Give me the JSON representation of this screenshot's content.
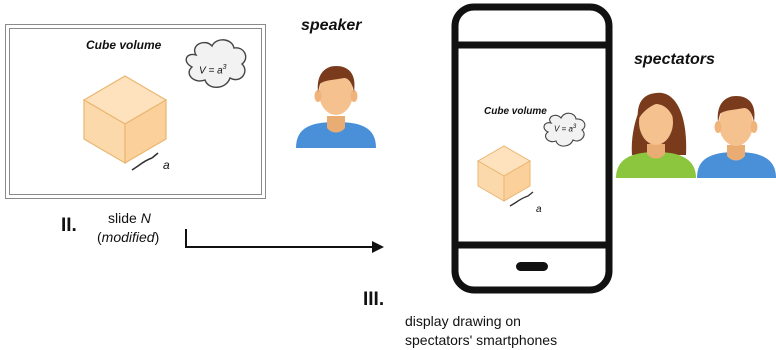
{
  "slide": {
    "title": "Cube volume",
    "formula_base": "V = a",
    "formula_exp": "3",
    "edge_label": "a"
  },
  "speaker": {
    "label": "speaker"
  },
  "spectators": {
    "label": "spectators"
  },
  "step_two": {
    "number": "II.",
    "line1_prefix": "slide ",
    "line1_var": "N",
    "line2_open": "(",
    "line2_text": "modified",
    "line2_close": ")"
  },
  "step_three": {
    "number": "III.",
    "line1": "display drawing on",
    "line2": "spectators' smartphones"
  },
  "phone_screen": {
    "title": "Cube volume",
    "formula_base": "V = a",
    "formula_exp": "3",
    "edge_label": "a"
  },
  "colors": {
    "cube_fill": "#fde2bd",
    "cube_stroke": "#e9b771",
    "skin": "#f5c18e",
    "hair_brown": "#7a3b1d",
    "shirt_blue": "#4a90d9",
    "shirt_green": "#8cc63e"
  }
}
